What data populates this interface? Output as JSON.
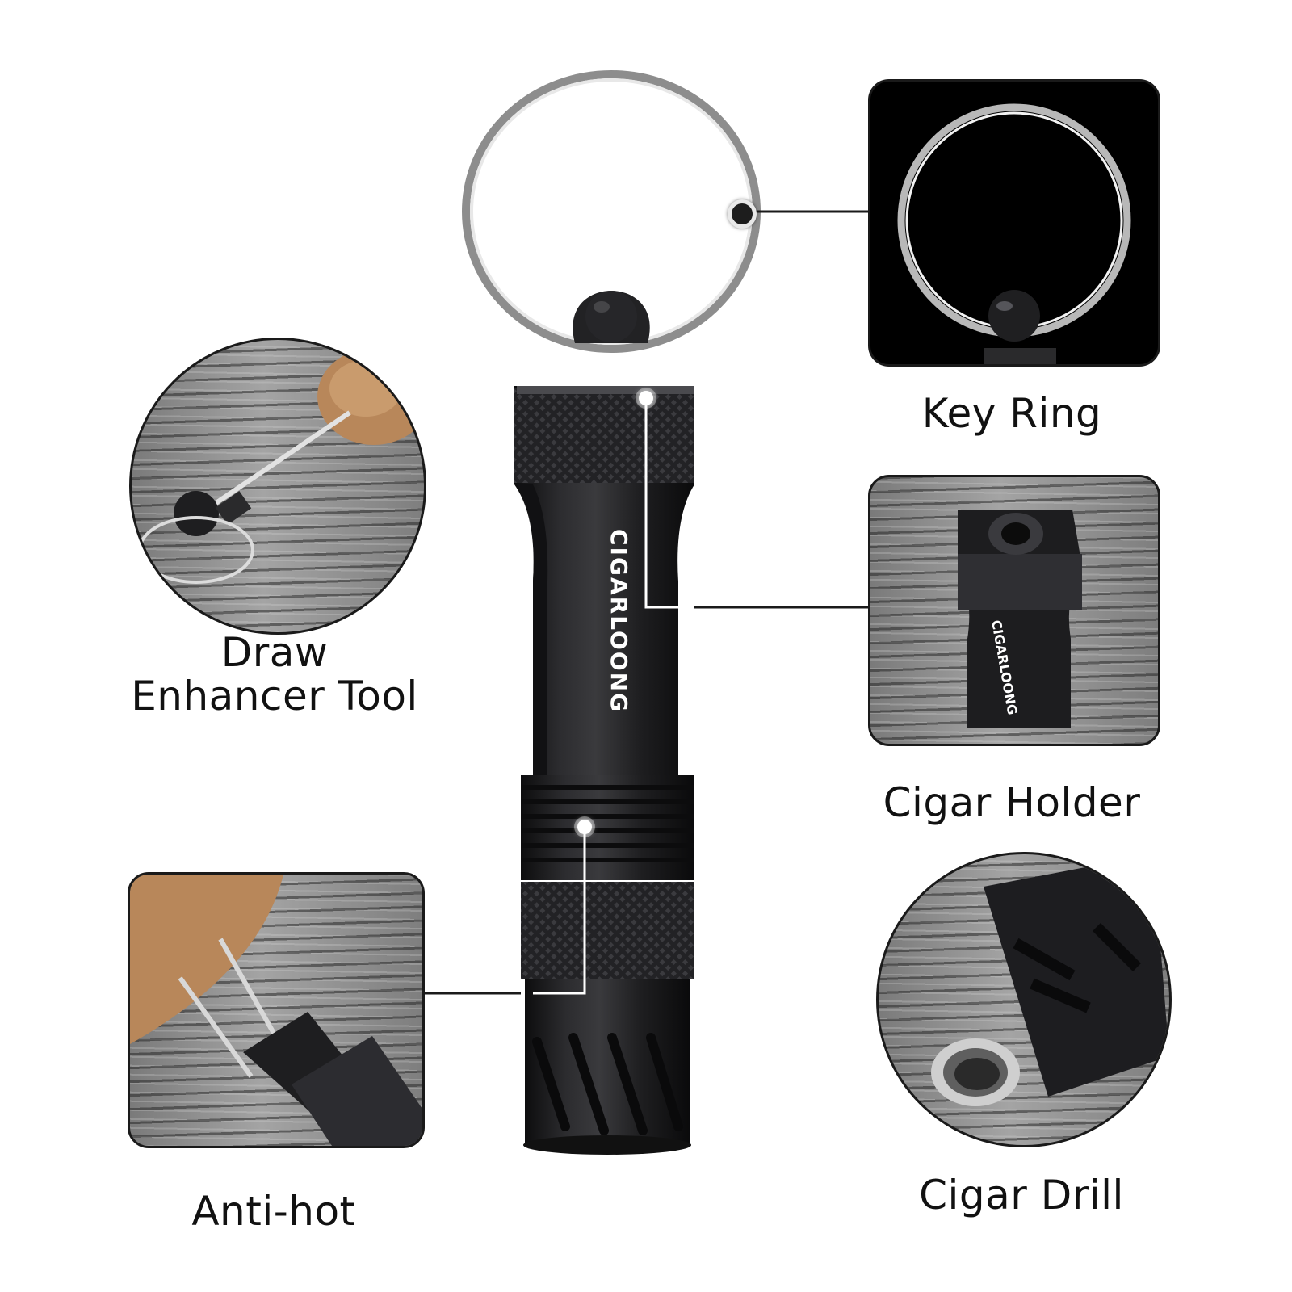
{
  "labels": {
    "key_ring": "Key Ring",
    "draw_enhancer_line1": "Draw",
    "draw_enhancer_line2": "Enhancer Tool",
    "cigar_holder": "Cigar Holder",
    "anti_hot": "Anti-hot",
    "cigar_drill": "Cigar Drill"
  },
  "product": {
    "brand": "CIGARLOONG"
  },
  "colors": {
    "background": "#ffffff",
    "tool_body": "#1c1c1e",
    "text": "#111111"
  }
}
